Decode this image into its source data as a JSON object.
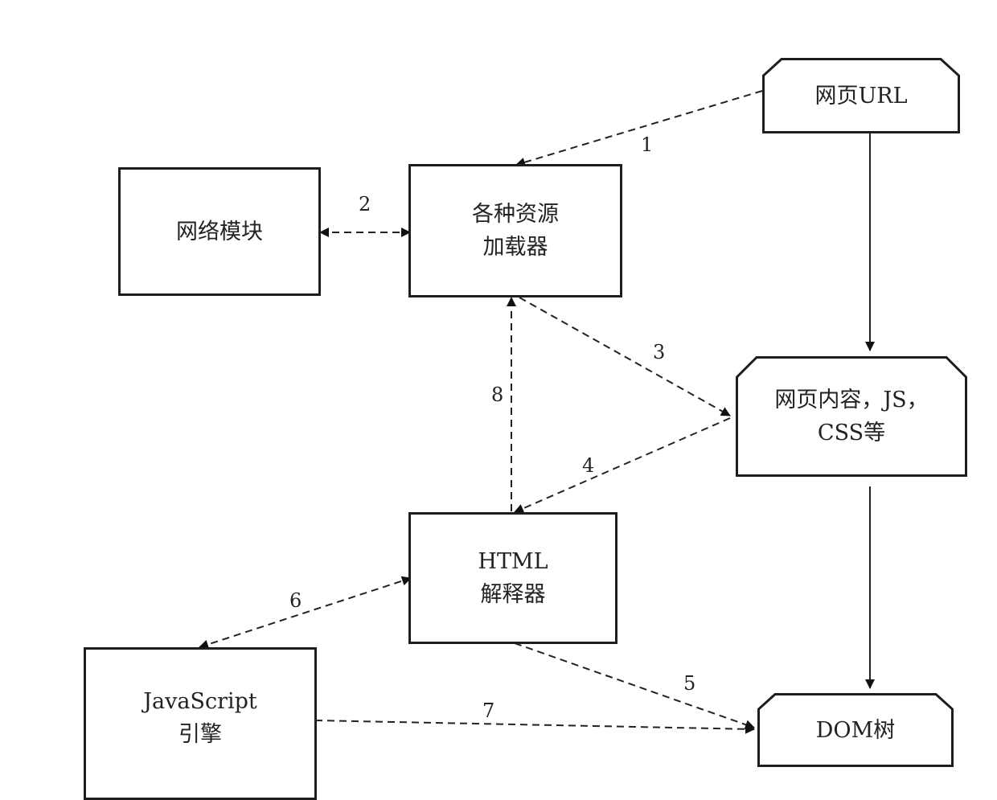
{
  "nodes": {
    "url": {
      "text": "网页URL"
    },
    "network": {
      "text": "网络模块"
    },
    "loader": {
      "line1": "各种资源",
      "line2": "加载器"
    },
    "content": {
      "line1": "网页内容，JS，",
      "line2": "CSS等"
    },
    "html_parser": {
      "line1": "HTML",
      "line2": "解释器"
    },
    "js_engine": {
      "line1": "JavaScript",
      "line2": "引擎"
    },
    "dom": {
      "text": "DOM树"
    }
  },
  "edges": [
    {
      "label": "1",
      "from": "网页URL",
      "to": "各种资源加载器",
      "style": "dashed"
    },
    {
      "label": "2",
      "from": "网络模块",
      "to": "各种资源加载器",
      "style": "dashed",
      "bidirectional": true
    },
    {
      "label": "3",
      "from": "各种资源加载器",
      "to": "网页内容，JS，CSS等",
      "style": "dashed"
    },
    {
      "label": "4",
      "from": "网页内容，JS，CSS等",
      "to": "HTML解释器",
      "style": "dashed"
    },
    {
      "label": "5",
      "from": "HTML解释器",
      "to": "DOM树",
      "style": "dashed"
    },
    {
      "label": "6",
      "from": "HTML解释器",
      "to": "JavaScript引擎",
      "style": "dashed",
      "bidirectional": true
    },
    {
      "label": "7",
      "from": "JavaScript引擎",
      "to": "DOM树",
      "style": "dashed"
    },
    {
      "label": "8",
      "from": "HTML解释器",
      "to": "各种资源加载器",
      "style": "dashed"
    },
    {
      "label": "",
      "from": "网页URL",
      "to": "网页内容，JS，CSS等",
      "style": "solid"
    },
    {
      "label": "",
      "from": "网页内容，JS，CSS等",
      "to": "DOM树",
      "style": "solid"
    }
  ]
}
